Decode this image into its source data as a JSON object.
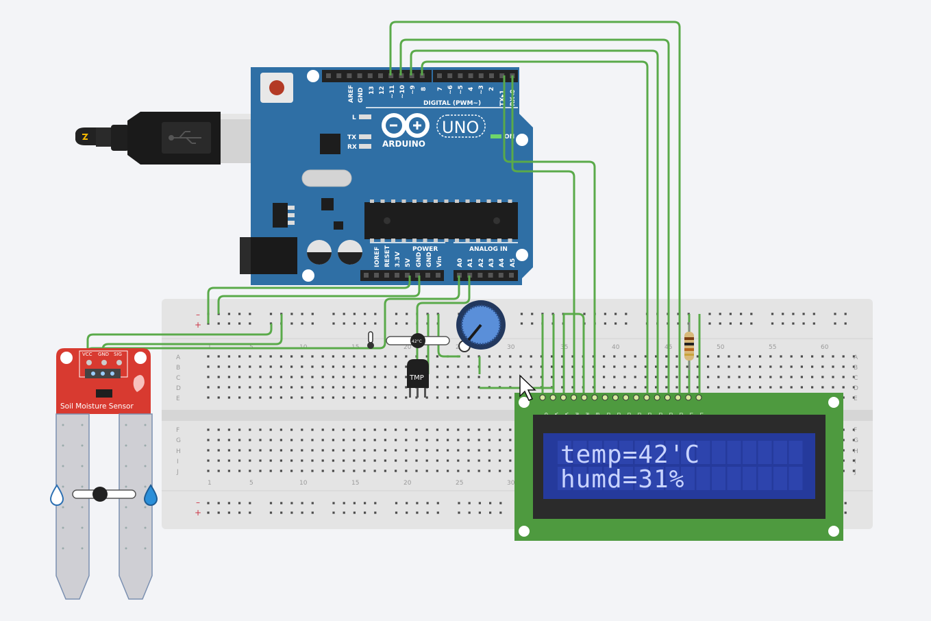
{
  "arduino": {
    "brand": "ARDUINO",
    "model": "UNO",
    "digital_header": "DIGITAL (PWM~)",
    "power_header": "POWER",
    "analog_header": "ANALOG IN",
    "on_label": "ON",
    "led_labels": [
      "L",
      "TX",
      "RX"
    ],
    "digital_pins": [
      "AREF",
      "GND",
      "13",
      "12",
      "~11",
      "~10",
      "~9",
      "8",
      "7",
      "~6",
      "~5",
      "4",
      "~3",
      "2",
      "TX▸1",
      "RX◂0"
    ],
    "power_pins": [
      "IOREF",
      "RESET",
      "3.3V",
      "5V",
      "GND",
      "GND",
      "Vin"
    ],
    "analog_pins": [
      "A0",
      "A1",
      "A2",
      "A3",
      "A4",
      "A5"
    ]
  },
  "breadboard": {
    "column_numbers_top": [
      "1",
      "5",
      "10",
      "15",
      "20",
      "25",
      "30",
      "35",
      "40",
      "45",
      "50",
      "55",
      "60"
    ],
    "column_numbers_bottom": [
      "1",
      "5",
      "10",
      "15",
      "20",
      "25",
      "30"
    ],
    "rows_top": [
      "A",
      "B",
      "C",
      "D",
      "E"
    ],
    "rows_bottom": [
      "F",
      "G",
      "H",
      "I",
      "J"
    ],
    "rail_minus": "–",
    "rail_plus": "+"
  },
  "soil_sensor": {
    "label": "Soil Moisture Sensor",
    "pins": [
      "VCC",
      "GND",
      "SIG"
    ]
  },
  "temp_sensor": {
    "label": "TMP",
    "reading": "42°C"
  },
  "lcd": {
    "line1": "temp=42'C",
    "line2": "humd=31%",
    "pins": [
      "GND",
      "VCC",
      "V0",
      "RS",
      "RW",
      "E",
      "DB0",
      "DB1",
      "DB2",
      "DB3",
      "DB4",
      "DB5",
      "DB6",
      "DB7",
      "LED",
      "LED"
    ]
  },
  "colors": {
    "board_blue": "#2f6fa5",
    "wire_green": "#5aaa4a",
    "lcd_green": "#4e9a3f",
    "lcd_screen": "#253a9c",
    "sensor_red": "#d83a30",
    "breadboard": "#e3e3e3"
  }
}
